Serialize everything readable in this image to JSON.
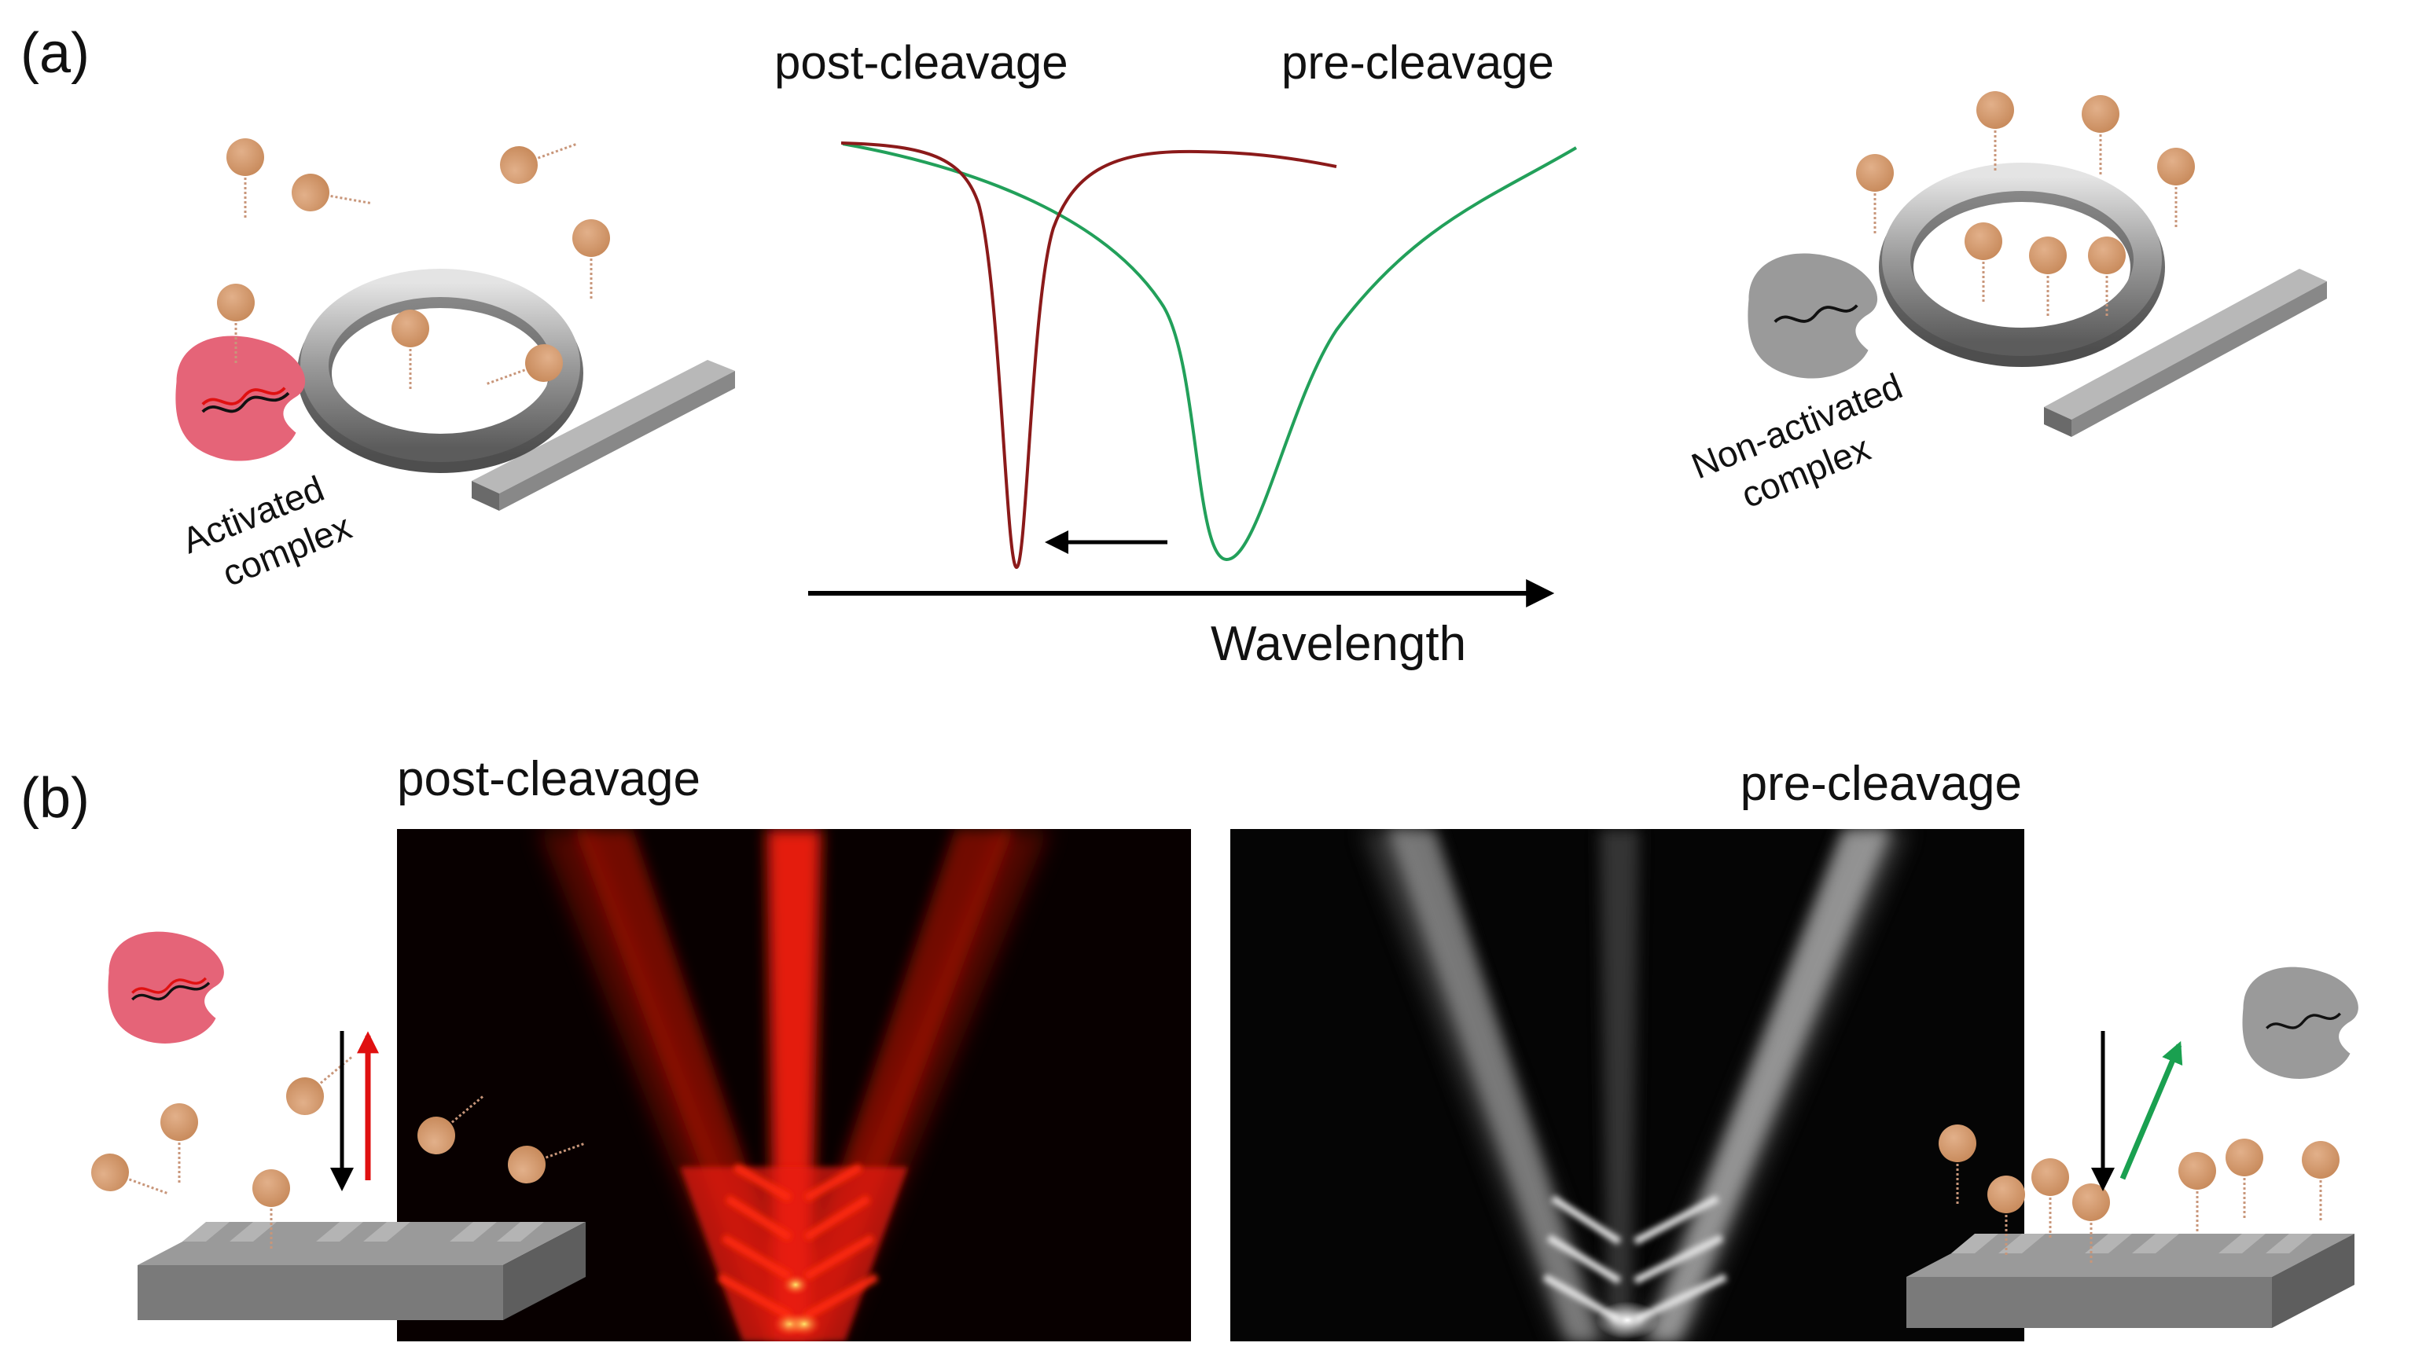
{
  "panel_a": {
    "label": "(a)",
    "post_label": "post-cleavage",
    "pre_label": "pre-cleavage",
    "axis_label": "Wavelength",
    "activated_label_line1": "Activated",
    "activated_label_line2": "complex",
    "nonactivated_label_line1": "Non-activated",
    "nonactivated_label_line2": "complex"
  },
  "panel_b": {
    "label": "(b)",
    "post_label": "post-cleavage",
    "pre_label": "pre-cleavage"
  },
  "colors": {
    "post_curve": "#8b1a1a",
    "pre_curve": "#22a05a",
    "bead": "#d39a6c",
    "activated_enzyme": "#e56478",
    "inactive_enzyme": "#9a9a9a",
    "red_arrow": "#e01010",
    "green_arrow": "#1aa050"
  }
}
